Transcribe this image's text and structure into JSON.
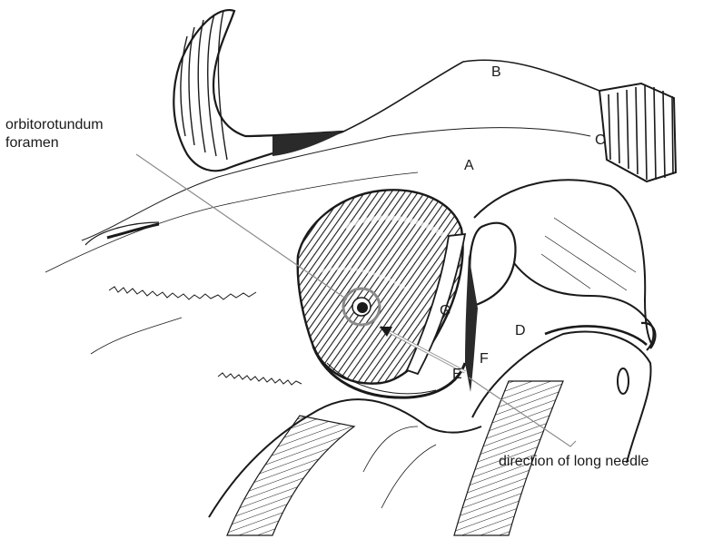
{
  "figure": {
    "callouts": {
      "foramen_line1": "orbitorotundum",
      "foramen_line2": "foramen",
      "needle": "direction of long needle"
    },
    "letters": {
      "A": "A",
      "B": "B",
      "C": "C",
      "D": "D",
      "E": "E",
      "F": "F",
      "G": "G"
    }
  },
  "colors": {
    "ink": "#1a1a1a",
    "fill_dark": "#2a2a2a",
    "callout_line": "#8c8c8c",
    "foramen_ring": "#8a8a8a",
    "needle": "#9a9a9a"
  }
}
